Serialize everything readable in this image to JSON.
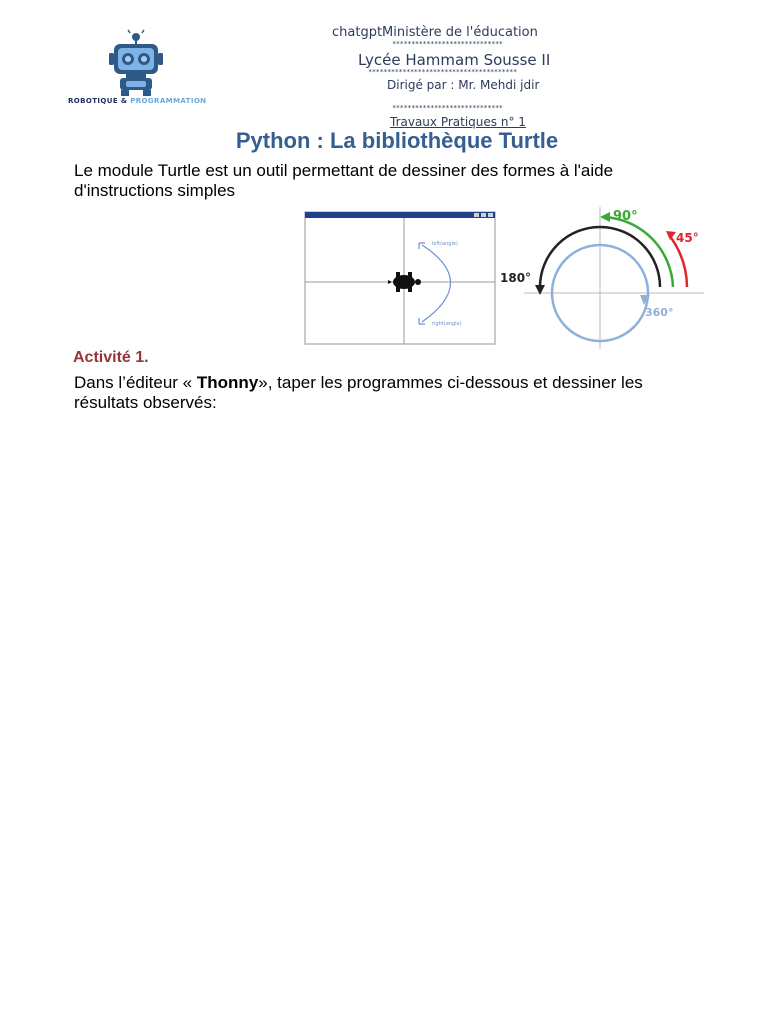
{
  "header": {
    "ministry_line": "chatgptMinistère de l'éducation",
    "stars_1": "*****************************",
    "school": "Lycée Hammam Sousse II",
    "stars_2": "***************************************",
    "director": "Dirigé par : Mr. Mehdi jdir",
    "stars_3": "*****************************",
    "tp_number": "Travaux Pratiques n° 1"
  },
  "logo": {
    "text_part1": "ROBOTIQUE &",
    "text_part2": "PROGRAMMATION",
    "icon": "robot-icon"
  },
  "document": {
    "title": "Python : La bibliothèque Turtle",
    "intro": "Le module Turtle est un outil permettant de dessiner des formes à l'aide d'instructions simples",
    "activity_heading": "Activité 1.",
    "instruction_before": "Dans l’éditeur « ",
    "instruction_bold": "Thonny",
    "instruction_after": "», taper les programmes ci-dessous et dessiner les résultats observés:"
  },
  "figure": {
    "left_caption_top": "left(angle)",
    "left_caption_bottom": "right(angle)",
    "angle_90": "90°",
    "angle_45": "45°",
    "angle_180": "180°",
    "angle_360": "360°"
  },
  "colors": {
    "title": "#365f91",
    "activity": "#943634",
    "header": "#2d3b5c",
    "green_arc": "#3aa935",
    "red_arc": "#e0262b",
    "blue_circle": "#8fb0dc"
  }
}
